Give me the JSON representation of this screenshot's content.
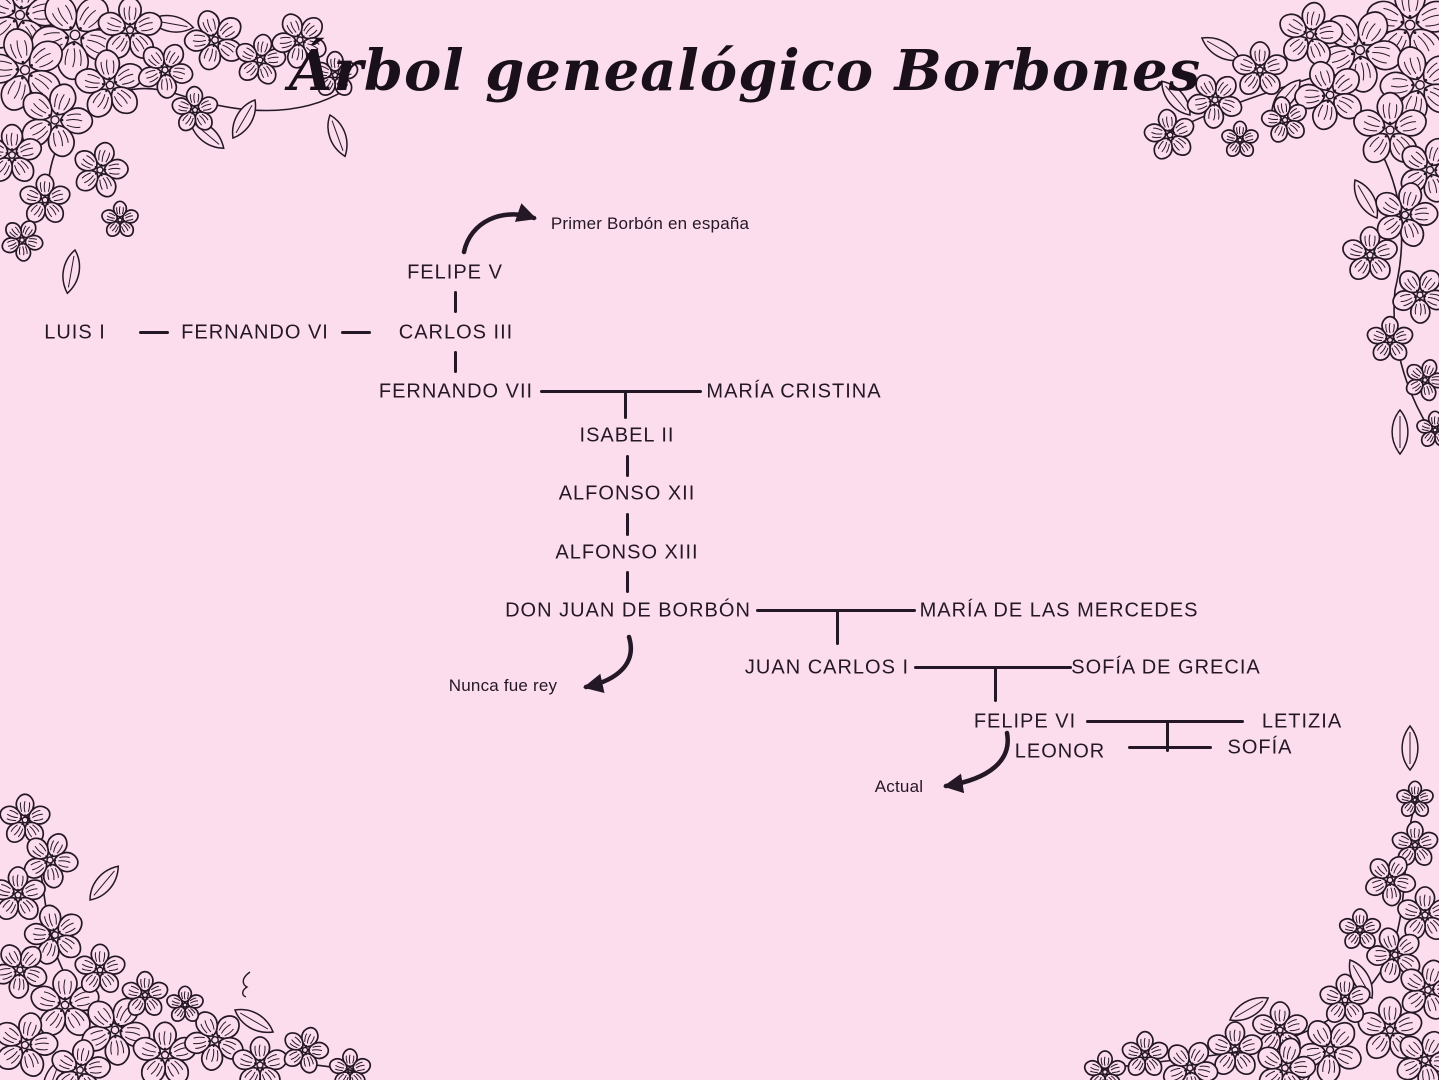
{
  "page": {
    "title": "Árbol genealógico Borbones",
    "background_color": "#fcddee",
    "ink_color": "#241726"
  },
  "nodes": {
    "felipe_v": "FELIPE V",
    "luis_i": "LUIS I",
    "fernando_vi": "FERNANDO VI",
    "carlos_iii": "CARLOS III",
    "fernando_vii": "FERNANDO VII",
    "maria_cristina": "MARÍA CRISTINA",
    "isabel_ii": "ISABEL II",
    "alfonso_xii": "ALFONSO XII",
    "alfonso_xiii": "ALFONSO XIII",
    "don_juan_de_borbon": "DON JUAN DE BORBÓN",
    "maria_de_las_mercedes": "MARÍA DE LAS MERCEDES",
    "juan_carlos_i": "JUAN CARLOS I",
    "sofia_de_grecia": "SOFÍA DE GRECIA",
    "felipe_vi": "FELIPE VI",
    "letizia": "LETIZIA",
    "leonor": "LEONOR",
    "sofia": "SOFÍA"
  },
  "annotations": {
    "primer_borbon": "Primer Borbón en españa",
    "nunca_fue_rey": "Nunca fue rey",
    "actual": "Actual"
  }
}
